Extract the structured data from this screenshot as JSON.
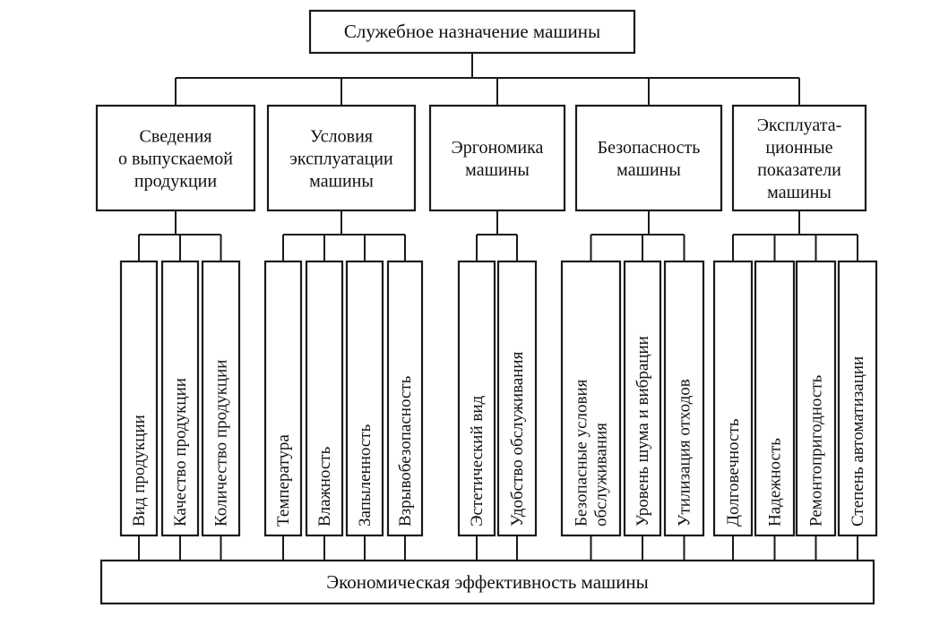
{
  "diagram": {
    "top": "Служебное назначение машины",
    "bottom": "Экономическая эффективность машины",
    "categories": [
      {
        "lines": [
          "Сведения",
          "о выпускаемой",
          "продукции"
        ],
        "items": [
          [
            "Вид продукции"
          ],
          [
            "Качество продукции"
          ],
          [
            "Количество продукции"
          ]
        ]
      },
      {
        "lines": [
          "Условия",
          "эксплуатации",
          "машины"
        ],
        "items": [
          [
            "Температура"
          ],
          [
            "Влажность"
          ],
          [
            "Запыленность"
          ],
          [
            "Взрывобезопасность"
          ]
        ]
      },
      {
        "lines": [
          "Эргономика",
          "машины"
        ],
        "items": [
          [
            "Эстетический вид"
          ],
          [
            "Удобство обслуживания"
          ]
        ]
      },
      {
        "lines": [
          "Безопасность",
          "машины"
        ],
        "items": [
          [
            "Безопасные условия",
            "обслуживания"
          ],
          [
            "Уровень шума и вибрации"
          ],
          [
            "Утилизация отходов"
          ]
        ]
      },
      {
        "lines": [
          "Эксплуата-",
          "ционные",
          "показатели",
          "машины"
        ],
        "items": [
          [
            "Долговечность"
          ],
          [
            "Надежность"
          ],
          [
            "Ремонтопригодность"
          ],
          [
            "Степень автоматизации"
          ]
        ]
      }
    ]
  }
}
